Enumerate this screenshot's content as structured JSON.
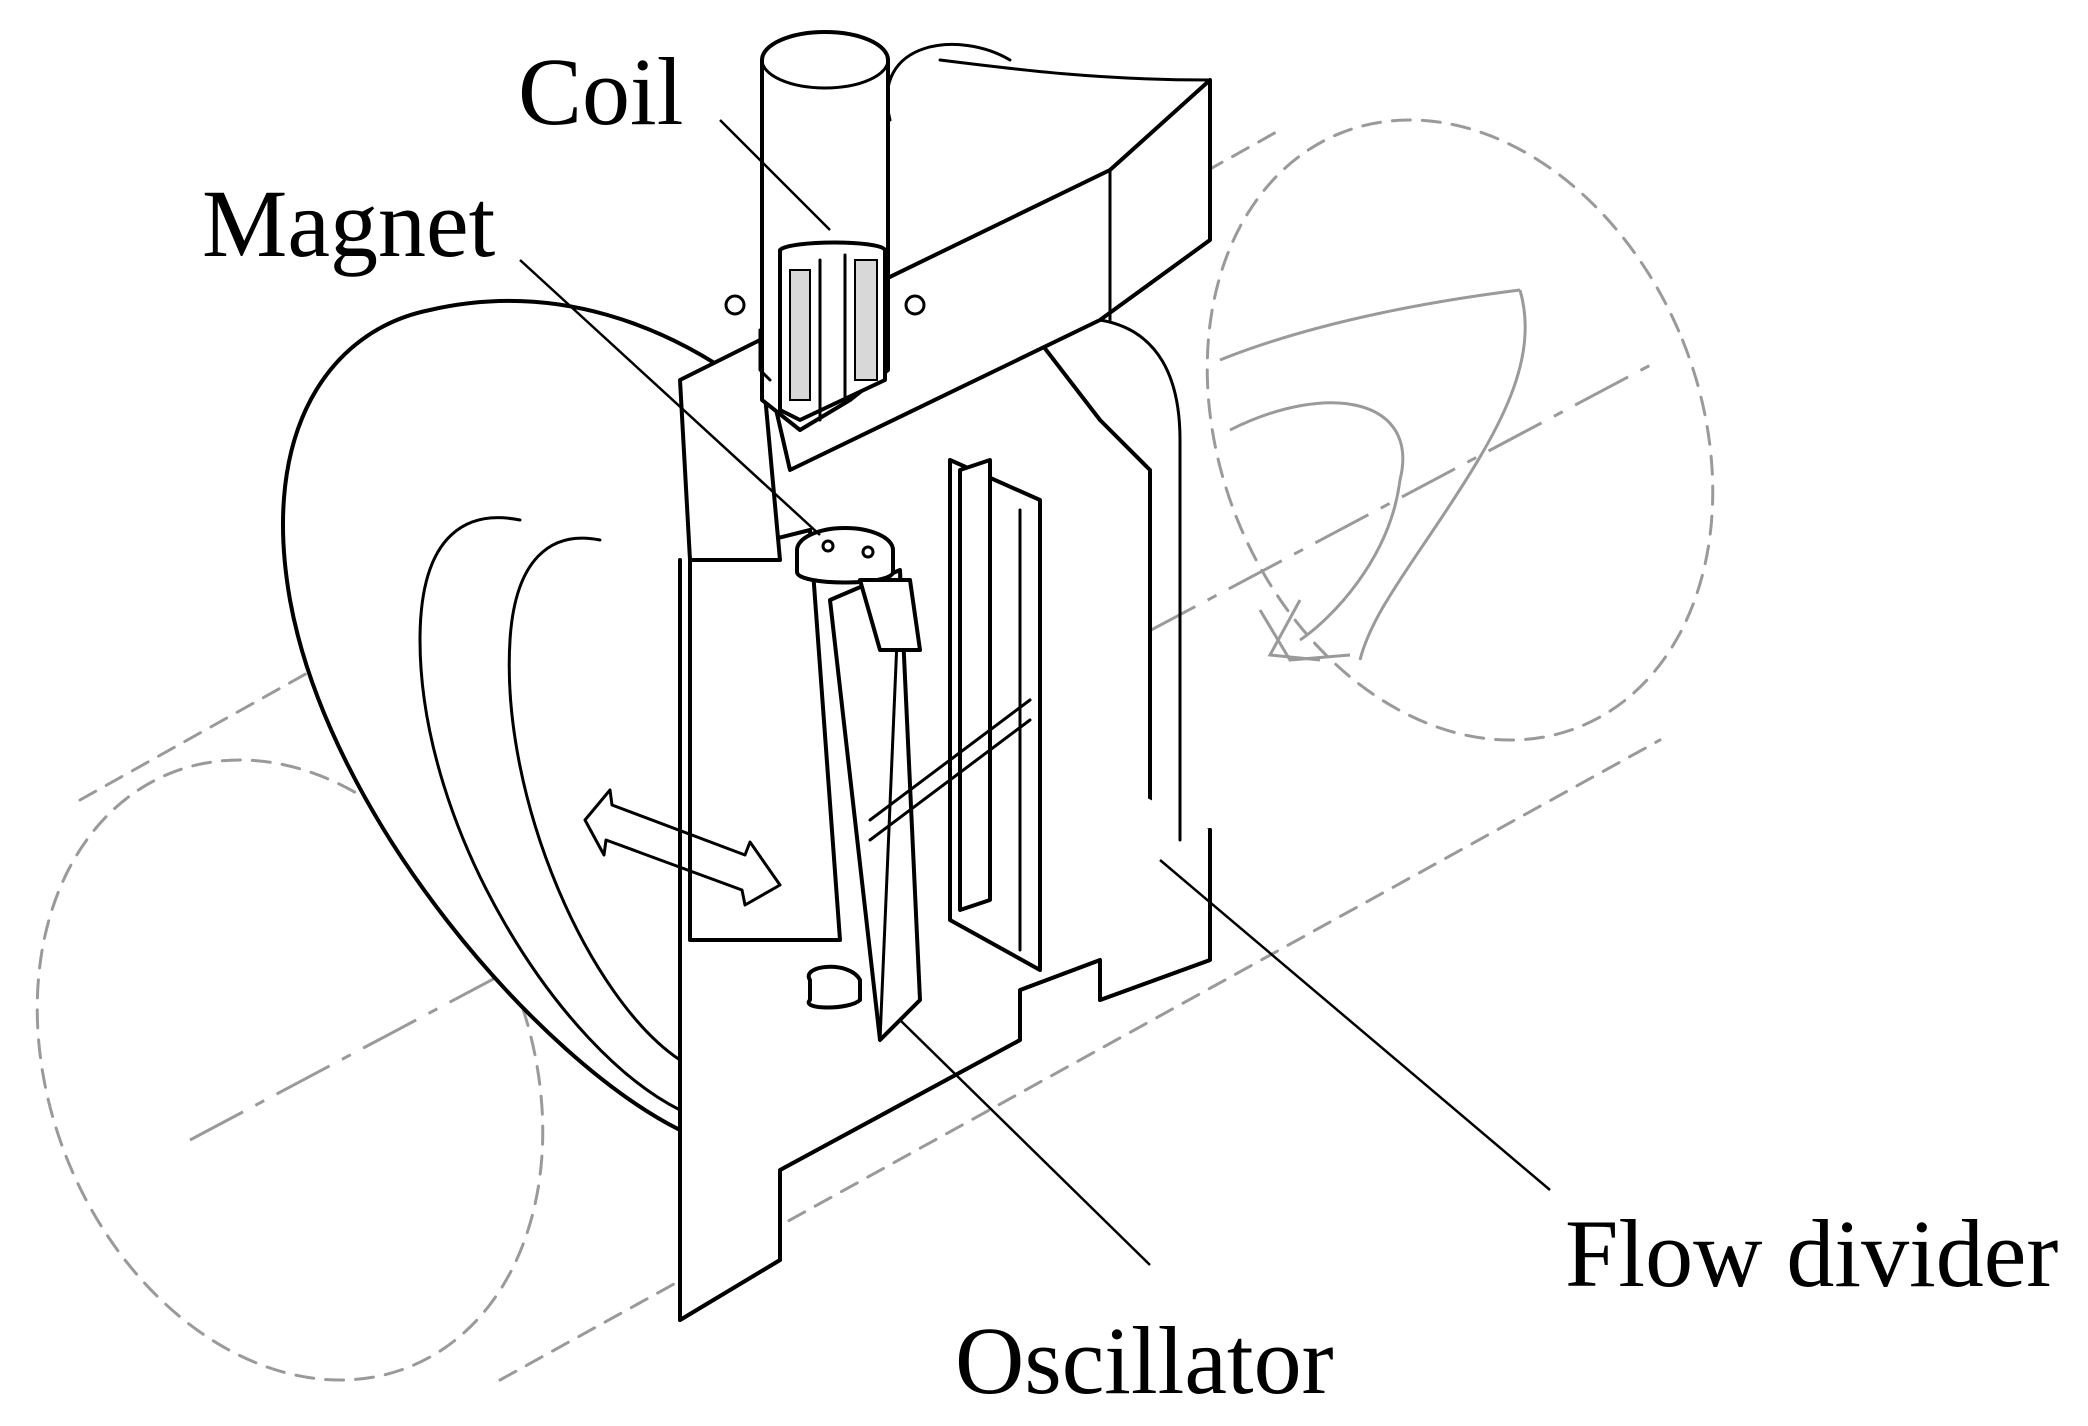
{
  "labels": {
    "coil": "Coil",
    "magnet": "Magnet",
    "flow_divider": "Flow divider",
    "oscillator": "Oscillator"
  },
  "colors": {
    "line": "#000000",
    "pipe_outline": "#9a9a9a",
    "background": "#ffffff"
  }
}
